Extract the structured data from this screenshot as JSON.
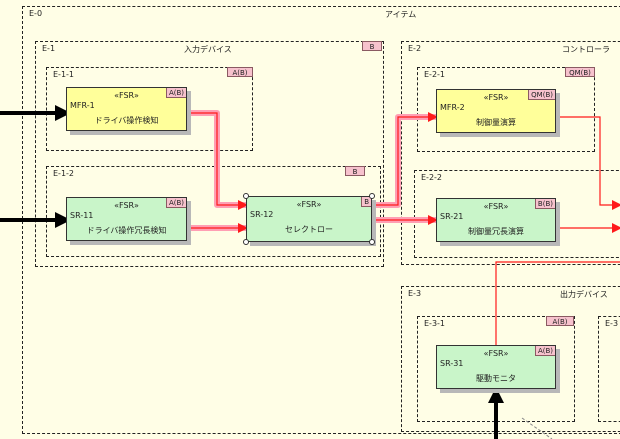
{
  "diagram": {
    "regions": [
      {
        "key": "e0",
        "id": "E-0",
        "title": "アイテム",
        "badge": ""
      },
      {
        "key": "e1",
        "id": "E-1",
        "title": "入力デバイス",
        "badge": "B"
      },
      {
        "key": "e11",
        "id": "E-1-1",
        "title": "",
        "badge": "A(B)"
      },
      {
        "key": "e12",
        "id": "E-1-2",
        "title": "",
        "badge": "B"
      },
      {
        "key": "e2",
        "id": "E-2",
        "title": "コントローラ",
        "badge": ""
      },
      {
        "key": "e21",
        "id": "E-2-1",
        "title": "",
        "badge": "QM(B)"
      },
      {
        "key": "e22",
        "id": "E-2-2",
        "title": "",
        "badge": ""
      },
      {
        "key": "e3",
        "id": "E-3",
        "title": "出力デバイス",
        "badge": ""
      },
      {
        "key": "e31",
        "id": "E-3-1",
        "title": "",
        "badge": "A(B)"
      },
      {
        "key": "e32",
        "id": "E-3",
        "title": "",
        "badge": ""
      }
    ],
    "blocks": [
      {
        "key": "mfr1",
        "stereotype": "«FSR»",
        "id": "MFR-1",
        "name": "ドライバ操作検知",
        "badge": "A(B)"
      },
      {
        "key": "sr11",
        "stereotype": "«FSR»",
        "id": "SR-11",
        "name": "ドライバ操作冗長検知",
        "badge": "A(B)"
      },
      {
        "key": "sr12",
        "stereotype": "«FSR»",
        "id": "SR-12",
        "name": "セレクトロー",
        "badge": "B"
      },
      {
        "key": "mfr2",
        "stereotype": "«FSR»",
        "id": "MFR-2",
        "name": "制御量演算",
        "badge": "QM(B)"
      },
      {
        "key": "sr21",
        "stereotype": "«FSR»",
        "id": "SR-21",
        "name": "制御量冗長演算",
        "badge": "B(B)"
      },
      {
        "key": "sr31",
        "stereotype": "«FSR»",
        "id": "SR-31",
        "name": "駆動モニタ",
        "badge": "A(B)"
      }
    ],
    "colors": {
      "background": "#fffee6",
      "block_yellow": "#ffff9a",
      "block_green": "#c9f5c9",
      "badge_pink": "#f7c2cd",
      "connector_red": "#ff1a1a",
      "connector_glow": "#ff9fb4",
      "input_arrow": "#000000"
    }
  }
}
